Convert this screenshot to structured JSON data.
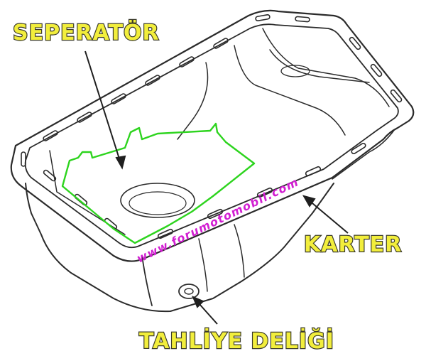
{
  "labels": {
    "separator": "SEPERATÖR",
    "housing": "KARTER",
    "drain_hole": "TAHLİYE DELİĞİ"
  },
  "watermark": "www.forumotomobil.com",
  "colors": {
    "label_fill": "#f2ee3c",
    "label_outline": "#3a3a2a",
    "separator_outline": "#2dd41e",
    "watermark": "#d21fd2",
    "line_art": "#2b2b2b"
  }
}
